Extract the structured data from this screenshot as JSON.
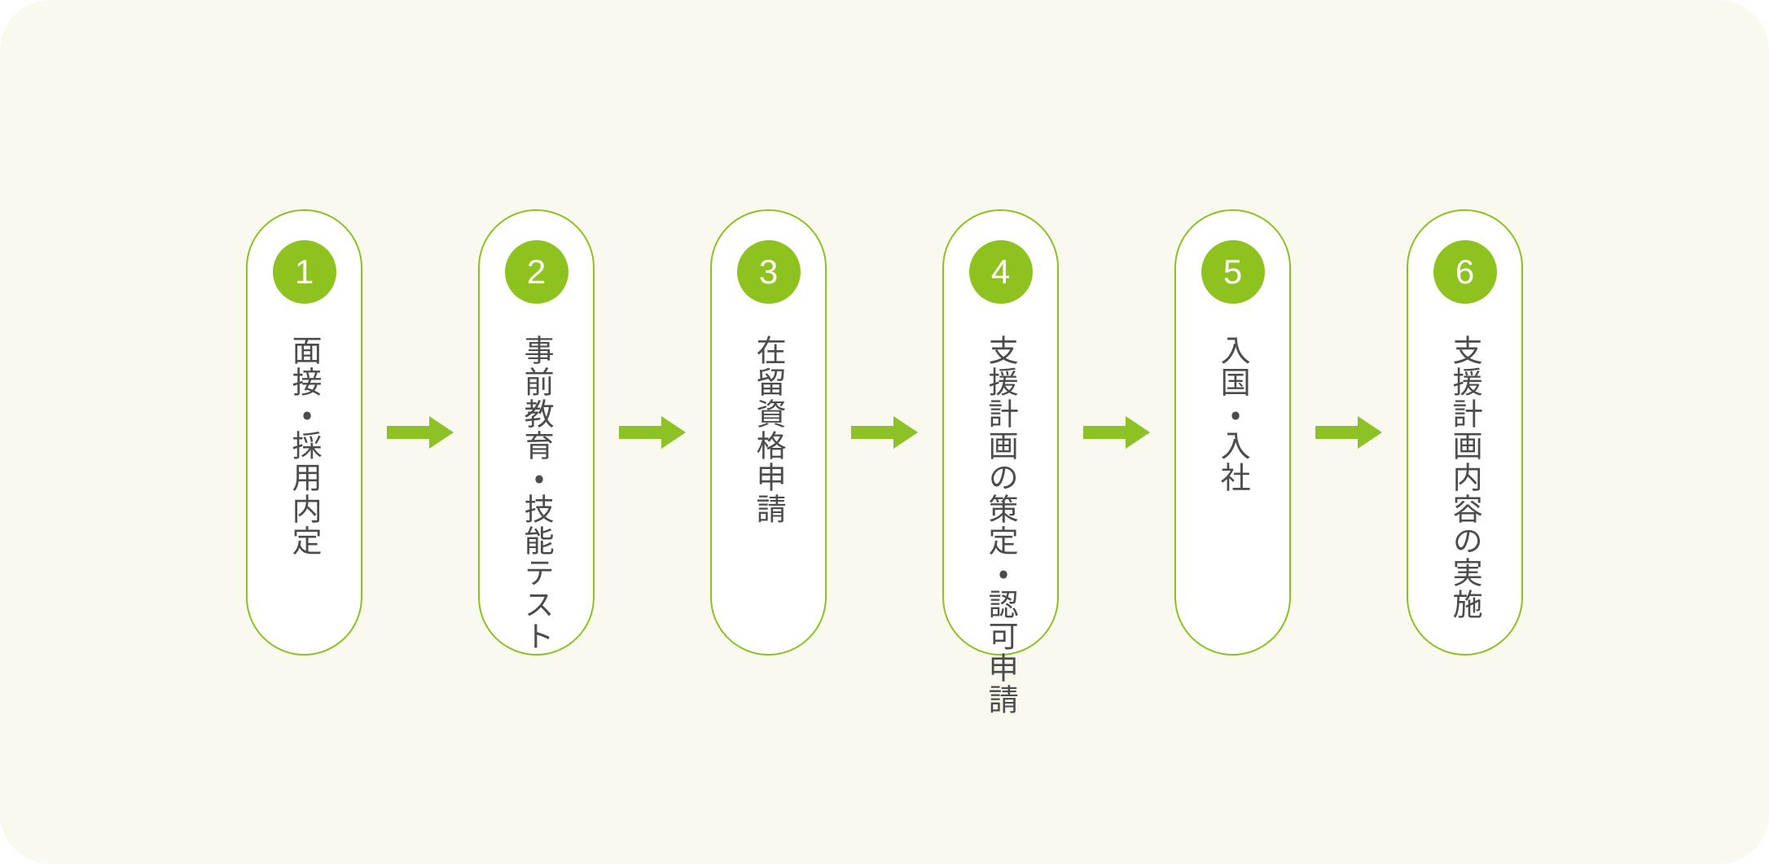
{
  "diagram": {
    "title": "",
    "orientation": "horizontal",
    "language": "ja",
    "colors": {
      "page_background": "#ffffff",
      "canvas_background": "#f9f9f0",
      "card_background": "#ffffff",
      "accent_green": "#8cc21f",
      "badge_green": "#8dc21f",
      "arrow_green": "#8cc225",
      "text_gray": "#4c4c4c",
      "badge_text": "#ffffff"
    },
    "steps": [
      {
        "number": "1",
        "label": "面接・採用内定"
      },
      {
        "number": "2",
        "label": "事前教育・技能テスト"
      },
      {
        "number": "3",
        "label": "在留資格申請"
      },
      {
        "number": "4",
        "label": "支援計画の策定・認可申請"
      },
      {
        "number": "5",
        "label": "入国・入社"
      },
      {
        "number": "6",
        "label": "支援計画内容の実施"
      }
    ],
    "connectors": [
      {
        "icon": "arrow-right-icon"
      },
      {
        "icon": "arrow-right-icon"
      },
      {
        "icon": "arrow-right-icon"
      },
      {
        "icon": "arrow-right-icon"
      },
      {
        "icon": "arrow-right-icon"
      }
    ]
  }
}
